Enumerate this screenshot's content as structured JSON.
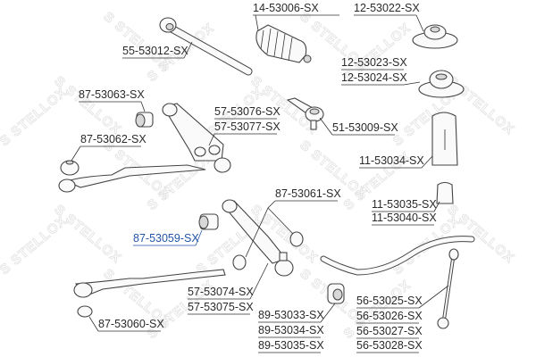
{
  "watermark": "STELLOX",
  "highlight_color": "#2456a8",
  "parts": [
    {
      "id": "p1",
      "label": "14-53006-SX"
    },
    {
      "id": "p2",
      "label": "12-53022-SX"
    },
    {
      "id": "p3",
      "label": "55-53012-SX"
    },
    {
      "id": "p4",
      "label": "12-53023-SX"
    },
    {
      "id": "p5",
      "label": "12-53024-SX"
    },
    {
      "id": "p6",
      "label": "87-53063-SX"
    },
    {
      "id": "p7",
      "label": "57-53076-SX"
    },
    {
      "id": "p8",
      "label": "57-53077-SX"
    },
    {
      "id": "p9",
      "label": "51-53009-SX"
    },
    {
      "id": "p10",
      "label": "87-53062-SX"
    },
    {
      "id": "p11",
      "label": "11-53034-SX"
    },
    {
      "id": "p12",
      "label": "87-53061-SX"
    },
    {
      "id": "p13",
      "label": "11-53035-SX"
    },
    {
      "id": "p14",
      "label": "11-53040-SX"
    },
    {
      "id": "p15",
      "label": "87-53059-SX",
      "highlighted": true
    },
    {
      "id": "p16",
      "label": "57-53074-SX"
    },
    {
      "id": "p17",
      "label": "57-53075-SX"
    },
    {
      "id": "p18",
      "label": "56-53025-SX"
    },
    {
      "id": "p19",
      "label": "89-53033-SX"
    },
    {
      "id": "p20",
      "label": "56-53026-SX"
    },
    {
      "id": "p21",
      "label": "89-53034-SX"
    },
    {
      "id": "p22",
      "label": "56-53027-SX"
    },
    {
      "id": "p23",
      "label": "87-53060-SX"
    },
    {
      "id": "p24",
      "label": "89-53035-SX"
    },
    {
      "id": "p25",
      "label": "56-53028-SX"
    }
  ]
}
